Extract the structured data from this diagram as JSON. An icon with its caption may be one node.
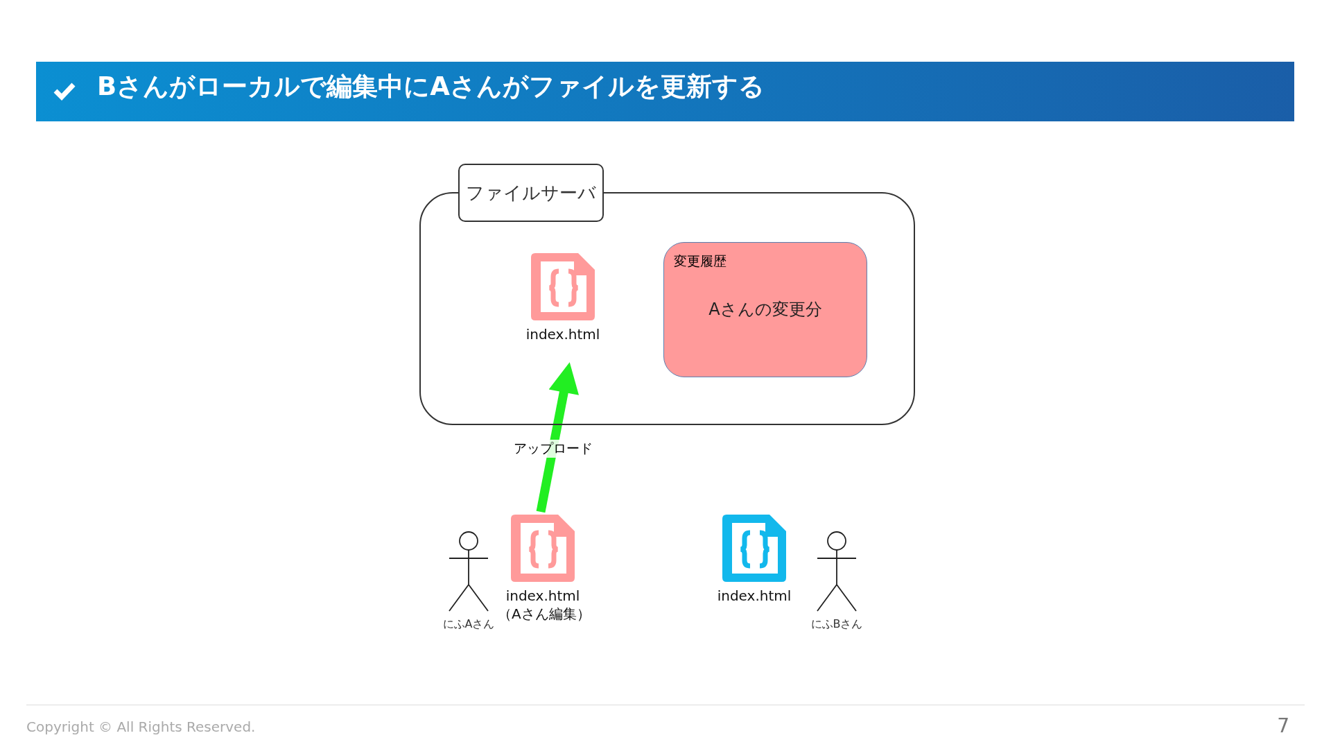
{
  "diagram": {
    "title": "Bさんがローカルで編集中にAさんがファイルを更新する",
    "nodes": [
      {
        "text": [
          "ファイルサーバ"
        ]
      },
      {
        "text": [
          "index.html"
        ],
        "in": 0
      },
      {
        "text": [
          "変更履歴",
          "Aさんの変更分"
        ],
        "in": 0
      },
      {
        "text": [
          "にふAさん"
        ]
      },
      {
        "text": [
          "index.html",
          "（Aさん編集）"
        ]
      },
      {
        "text": [
          "index.html"
        ]
      },
      {
        "text": [
          "にふBさん"
        ]
      }
    ],
    "edges": [
      {
        "from": 4,
        "to": 1,
        "arrow": "to",
        "label": "アップロード",
        "color": "#22ee22"
      }
    ],
    "labels": [
      "Copyright © All Rights Reserved.",
      "7"
    ]
  }
}
